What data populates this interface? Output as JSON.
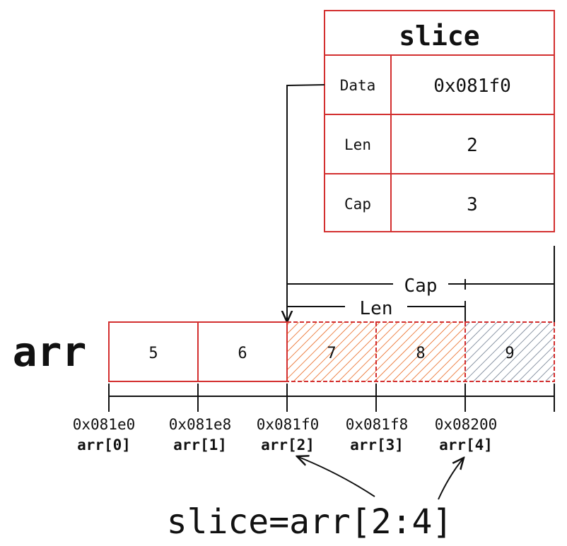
{
  "colors": {
    "box_border": "#d32f2f",
    "hatch_slice": "#e65100",
    "hatch_extra": "#5c6b80",
    "ink": "#111111"
  },
  "slice_header": {
    "title": "slice",
    "rows": [
      {
        "field": "Data",
        "value": "0x081f0"
      },
      {
        "field": "Len",
        "value": "2"
      },
      {
        "field": "Cap",
        "value": "3"
      }
    ]
  },
  "array": {
    "name": "arr",
    "cells": [
      {
        "value": "5",
        "address": "0x081e0",
        "index_label": "arr[0]",
        "state": "plain"
      },
      {
        "value": "6",
        "address": "0x081e8",
        "index_label": "arr[1]",
        "state": "plain"
      },
      {
        "value": "7",
        "address": "0x081f0",
        "index_label": "arr[2]",
        "state": "in-slice"
      },
      {
        "value": "8",
        "address": "0x081f8",
        "index_label": "arr[3]",
        "state": "in-slice"
      },
      {
        "value": "9",
        "address": "0x08200",
        "index_label": "arr[4]",
        "state": "capacity"
      }
    ]
  },
  "brackets": {
    "cap_label": "Cap",
    "len_label": "Len"
  },
  "expression": "slice=arr[2:4]"
}
